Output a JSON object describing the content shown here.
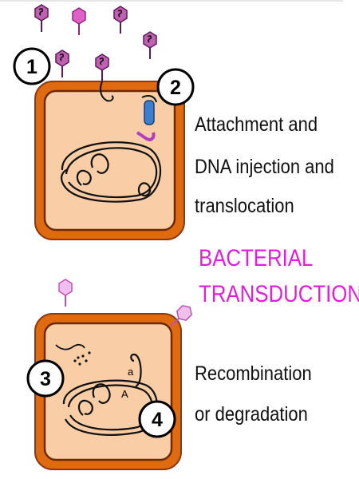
{
  "title_lines": [
    "BACTERIAL",
    "TRANSDUCTION"
  ],
  "captions": {
    "attachment": [
      "Attachment and",
      "DNA injection and",
      "translocation"
    ],
    "recombination": [
      "Recombination",
      "or degradation"
    ]
  },
  "steps": [
    "1",
    "2",
    "3",
    "4"
  ],
  "alleles": {
    "lower": "a",
    "upper": "A"
  },
  "colors": {
    "title": "#e020d8",
    "cell_wall": "#e06a10",
    "cell_outline": "#8a3a10",
    "cytoplasm": "#f9cda6",
    "phage": "#c060b0",
    "injected_dna": "#3a7fd0"
  }
}
